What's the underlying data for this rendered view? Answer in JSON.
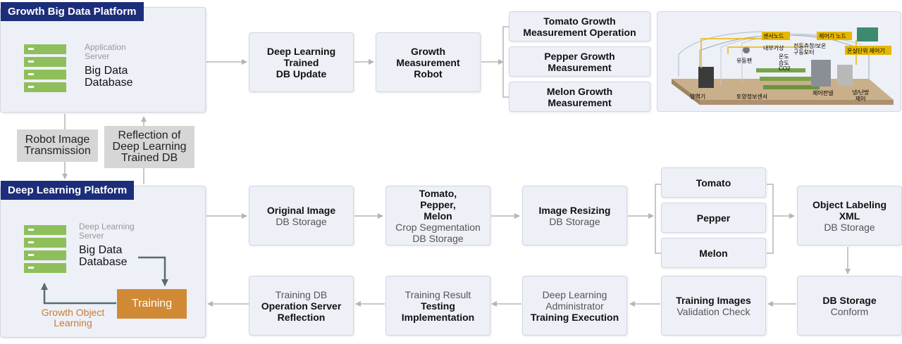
{
  "top_panel": {
    "title": "Growth Big Data Platform",
    "server_label": [
      "Application",
      "Server"
    ],
    "db_label": [
      "Big Data",
      "Database"
    ]
  },
  "bottom_panel": {
    "title": "Deep Learning Platform",
    "server_label": [
      "Deep Learning",
      "Server"
    ],
    "db_label": [
      "Big Data",
      "Database"
    ],
    "training_button": "Training",
    "learning_label": [
      "Growth Object",
      "Learning"
    ]
  },
  "connectors": {
    "robot_image": [
      "Robot Image",
      "Transmission"
    ],
    "reflection": [
      "Reflection of",
      "Deep Learning",
      "Trained DB"
    ]
  },
  "top_flow": {
    "dl_trained": [
      "Deep Learning",
      "Trained",
      "DB Update"
    ],
    "growth_robot": [
      "Growth",
      "Measurement",
      "Robot"
    ],
    "tomato_op": [
      "Tomato Growth",
      "Measurement Operation"
    ],
    "pepper_measure": [
      "Pepper Growth",
      "Measurement"
    ],
    "melon_measure": [
      "Melon Growth",
      "Measurement"
    ]
  },
  "middle_flow": {
    "original_image": {
      "bold": "Original Image",
      "light": "DB Storage"
    },
    "crop_seg": {
      "bold": [
        "Tomato,",
        "Pepper,",
        "Melon"
      ],
      "light": [
        "Crop Segmentation",
        "DB Storage"
      ]
    },
    "resizing": {
      "bold": "Image Resizing",
      "light": "DB Storage"
    },
    "crops": [
      "Tomato",
      "Pepper",
      "Melon"
    ],
    "labeling": {
      "bold": [
        "Object Labeling",
        "XML"
      ],
      "light": "DB Storage"
    }
  },
  "bottom_flow": {
    "db_storage": {
      "bold": "DB Storage",
      "light": "Conform"
    },
    "validation": {
      "bold": "Training Images",
      "light": "Validation Check"
    },
    "dl_admin": {
      "light": [
        "Deep Learning",
        "Administrator"
      ],
      "bold": "Training Execution"
    },
    "result_test": {
      "light": "Training Result",
      "bold": [
        "Testing",
        "Implementation"
      ]
    },
    "op_server": {
      "light": "Training DB",
      "bold": [
        "Operation Server",
        "Reflection"
      ]
    }
  },
  "greenhouse": {
    "labels": {
      "sensor_node": "센서노드",
      "control_node": "제어기 노드",
      "temp_control": "온실단위 제어기",
      "weather": "내부기상",
      "motor": "전동측창/보온 구동모터",
      "temp": "온도",
      "humidity": "습도",
      "co2": "CO2",
      "fan": "유동팬",
      "nutrient": "양액기",
      "soil": "토양정보센서",
      "panel": "제어판넬",
      "hvac": [
        "냉/난방",
        "제어"
      ]
    }
  },
  "colors": {
    "title_bg": "#1c2d7a",
    "box_bg": "#eef0f8",
    "db_green": "#8fbf5a",
    "training_orange": "#d08a36",
    "learning_text": "#c87d2f",
    "arrow_gray": "#b5b5b5",
    "dark_arrow": "#5a6b6b"
  }
}
